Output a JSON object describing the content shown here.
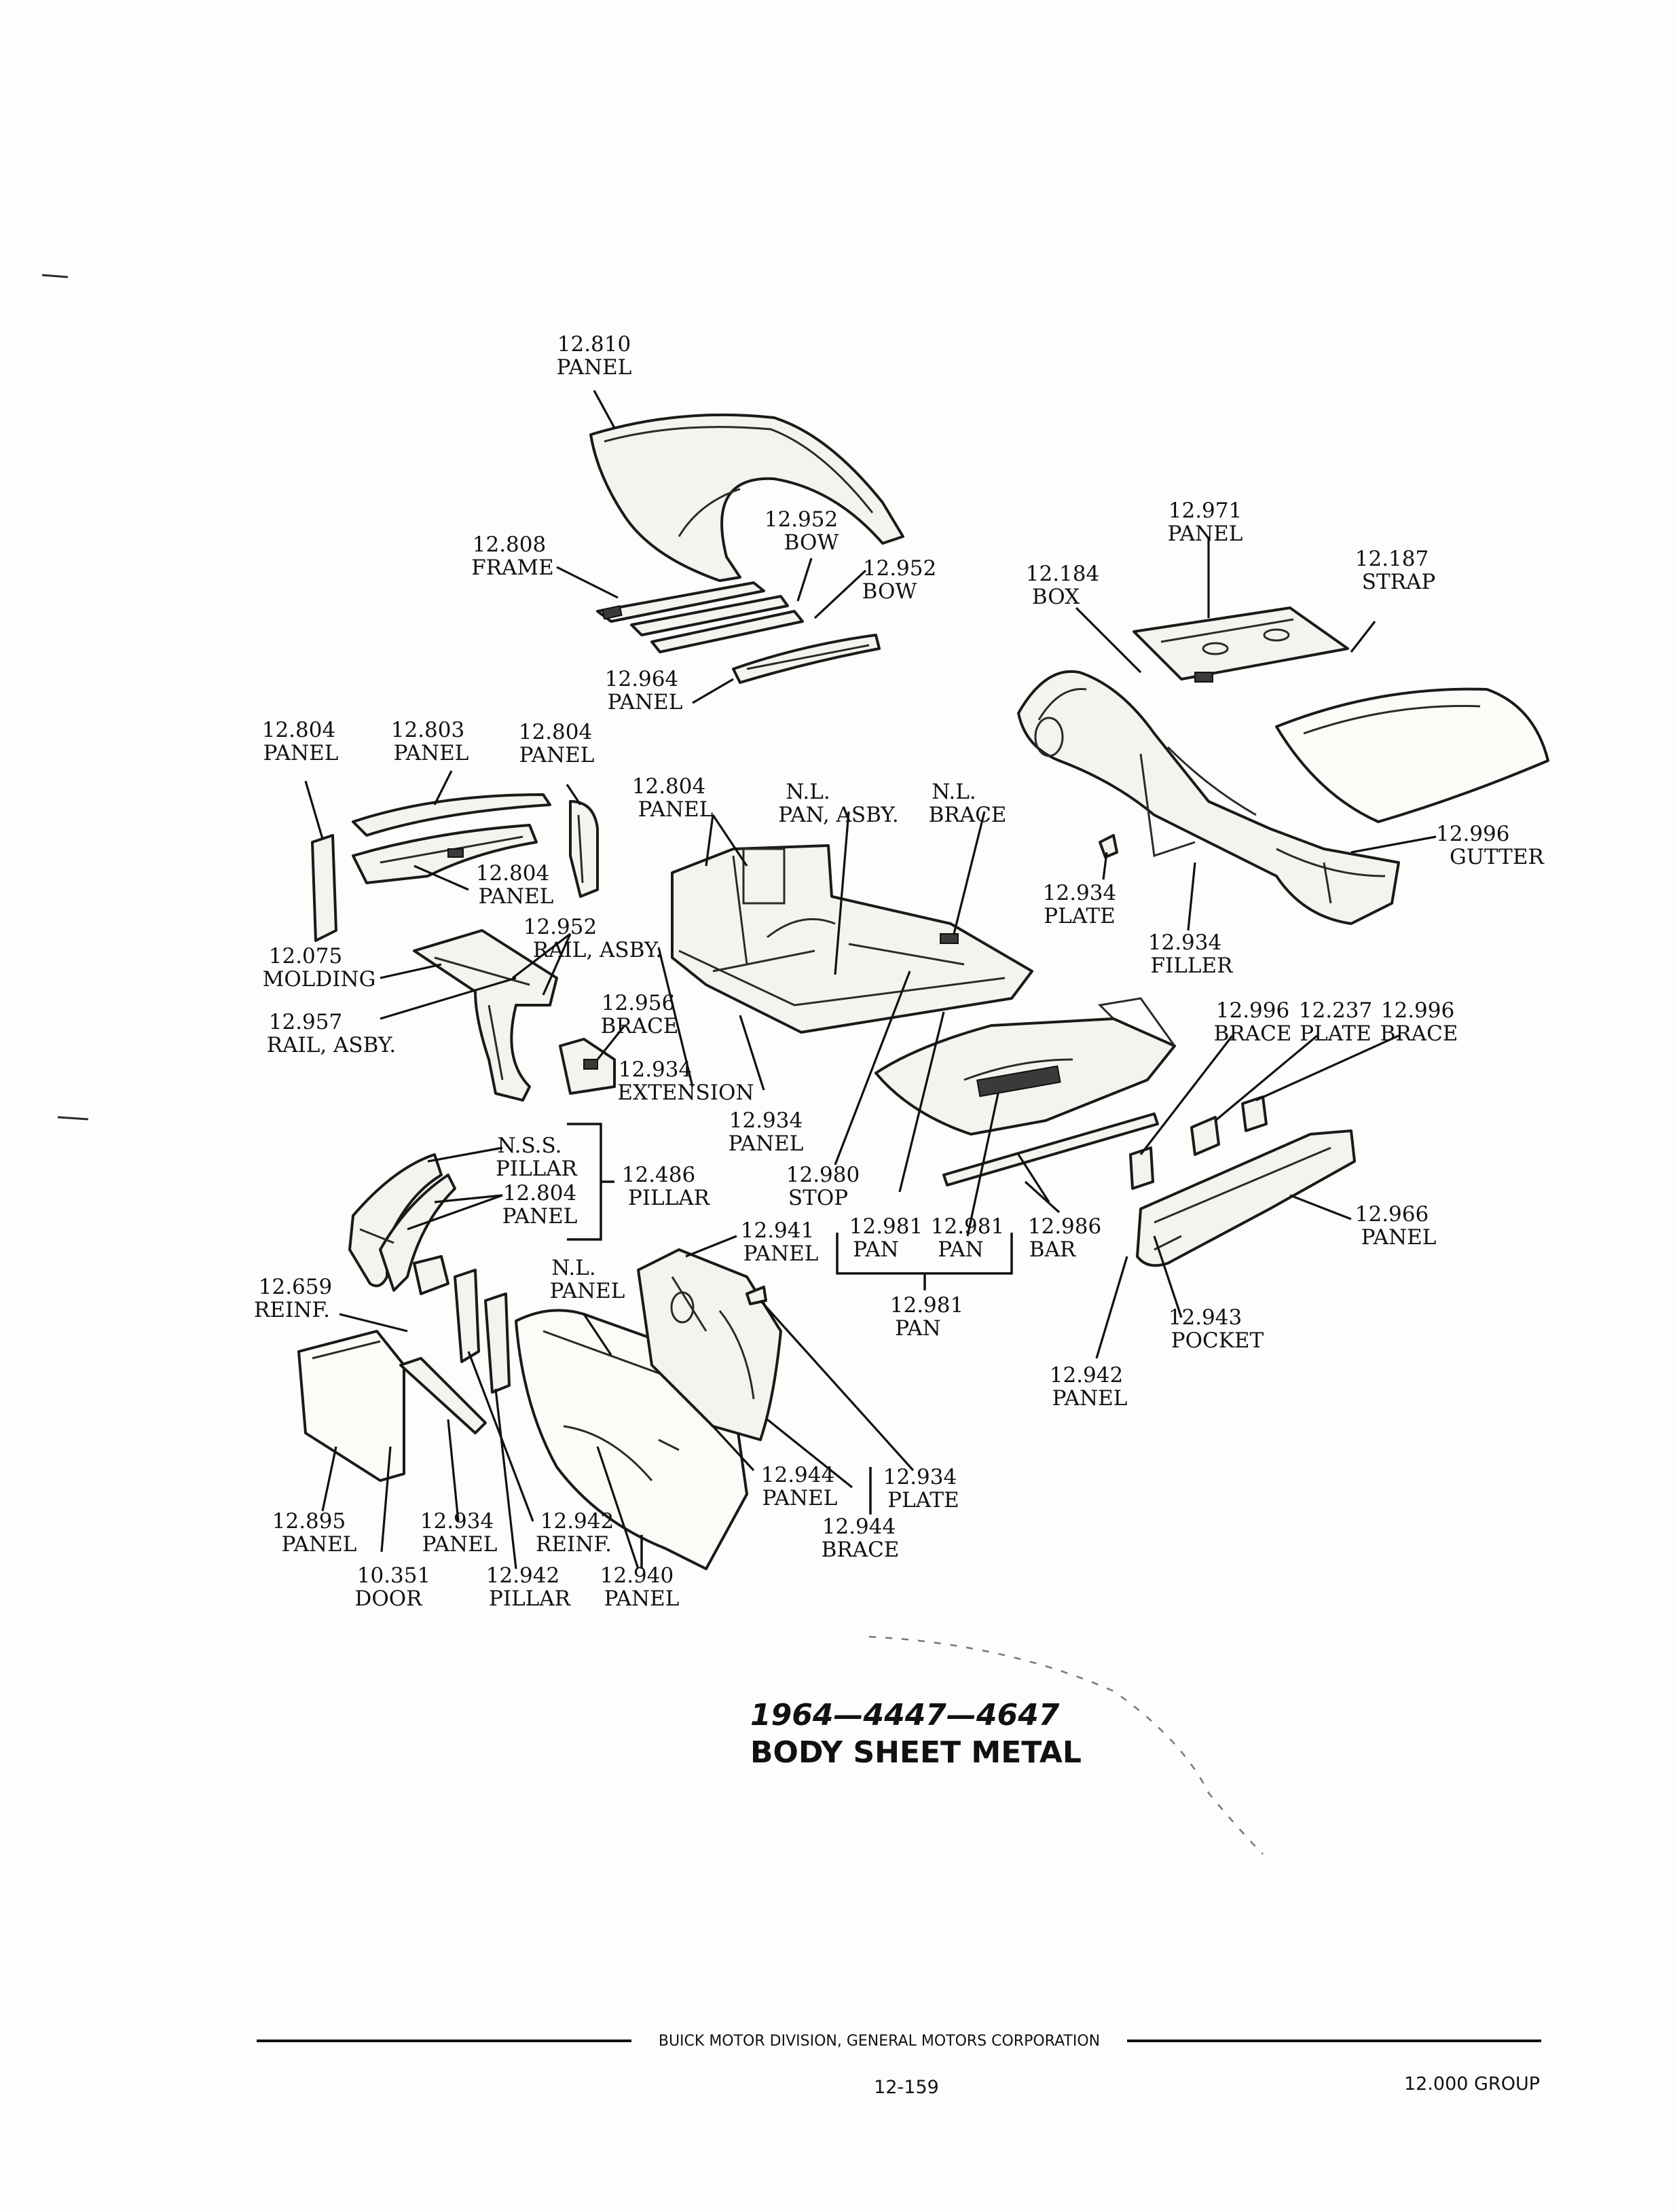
{
  "caption": {
    "line1": "1964—4447—4647",
    "line2": "BODY SHEET METAL"
  },
  "footer": {
    "corporation": "BUICK MOTOR DIVISION, GENERAL MOTORS CORPORATION",
    "page_number": "12-159",
    "group": "12.000 GROUP"
  },
  "labels": {
    "roof_panel": [
      "12.810",
      "PANEL"
    ],
    "frame": [
      "12.808",
      "FRAME"
    ],
    "bow_1": [
      "12.952",
      "BOW"
    ],
    "bow_2": [
      "12.952",
      "BOW"
    ],
    "rear_panel_964": [
      "12.964",
      "PANEL"
    ],
    "shelf_panel": [
      "12.971",
      "PANEL"
    ],
    "box": [
      "12.184",
      "BOX"
    ],
    "strap": [
      "12.187",
      "STRAP"
    ],
    "gutter": [
      "12.996",
      "GUTTER"
    ],
    "plate_934": [
      "12.934",
      "PLATE"
    ],
    "filler_934": [
      "12.934",
      "FILLER"
    ],
    "panel_804_a": [
      "12.804",
      "PANEL"
    ],
    "panel_803": [
      "12.803",
      "PANEL"
    ],
    "panel_804_b": [
      "12.804",
      "PANEL"
    ],
    "panel_804_c": [
      "12.804",
      "PANEL"
    ],
    "panel_804_d": [
      "12.804",
      "PANEL"
    ],
    "pan_asby": [
      "N.L.",
      "PAN, ASBY."
    ],
    "nl_brace": [
      "N.L.",
      "BRACE"
    ],
    "rail_asby_952": [
      "12.952",
      "RAIL, ASBY."
    ],
    "molding": [
      "12.075",
      "MOLDING"
    ],
    "rail_asby_957": [
      "12.957",
      "RAIL, ASBY."
    ],
    "brace_956": [
      "12.956",
      "BRACE"
    ],
    "extension": [
      "12.934",
      "EXTENSION"
    ],
    "panel_934": [
      "12.934",
      "PANEL"
    ],
    "stop": [
      "12.980",
      "STOP"
    ],
    "brace_996": [
      "12.996",
      "BRACE"
    ],
    "plate_237": [
      "12.237",
      "PLATE"
    ],
    "brace_996_b": [
      "12.996",
      "BRACE"
    ],
    "nss_pillar": [
      "N.S.S.",
      "PILLAR"
    ],
    "panel_804_e": [
      "12.804",
      "PANEL"
    ],
    "pillar_486": [
      "12.486",
      "PILLAR"
    ],
    "panel_941": [
      "12.941",
      "PANEL"
    ],
    "pan_981_a": [
      "12.981",
      "PAN"
    ],
    "pan_981_b": [
      "12.981",
      "PAN"
    ],
    "bar": [
      "12.986",
      "BAR"
    ],
    "pan_981_c": [
      "12.981",
      "PAN"
    ],
    "panel_966": [
      "12.966",
      "PANEL"
    ],
    "pocket": [
      "12.943",
      "POCKET"
    ],
    "panel_942": [
      "12.942",
      "PANEL"
    ],
    "reinf_659": [
      "12.659",
      "REINF."
    ],
    "nl_panel": [
      "N.L.",
      "PANEL"
    ],
    "panel_944": [
      "12.944",
      "PANEL"
    ],
    "plate_934_b": [
      "12.934",
      "PLATE"
    ],
    "brace_944": [
      "12.944",
      "BRACE"
    ],
    "panel_895": [
      "12.895",
      "PANEL"
    ],
    "door": [
      "10.351",
      "DOOR"
    ],
    "panel_934_b": [
      "12.934",
      "PANEL"
    ],
    "reinf_942": [
      "12.942",
      "REINF."
    ],
    "pillar_942": [
      "12.942",
      "PILLAR"
    ],
    "panel_940": [
      "12.940",
      "PANEL"
    ]
  }
}
